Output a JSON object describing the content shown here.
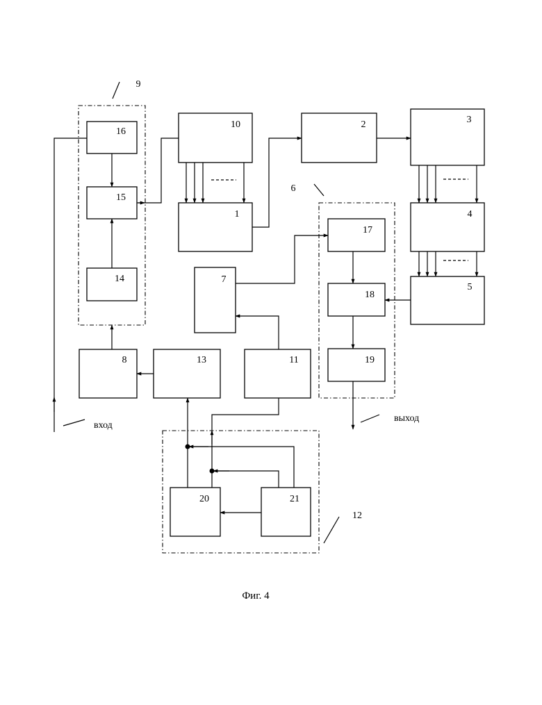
{
  "blocks": {
    "b1": "1",
    "b2": "2",
    "b3": "3",
    "b4": "4",
    "b5": "5",
    "b7": "7",
    "b8": "8",
    "b10": "10",
    "b11": "11",
    "b13": "13",
    "b14": "14",
    "b15": "15",
    "b16": "16",
    "b17": "17",
    "b18": "18",
    "b19": "19",
    "b20": "20",
    "b21": "21"
  },
  "groups": {
    "g6": "6",
    "g9": "9",
    "g12": "12"
  },
  "io": {
    "input": "вход",
    "output": "выход"
  },
  "caption": "Фиг. 4"
}
